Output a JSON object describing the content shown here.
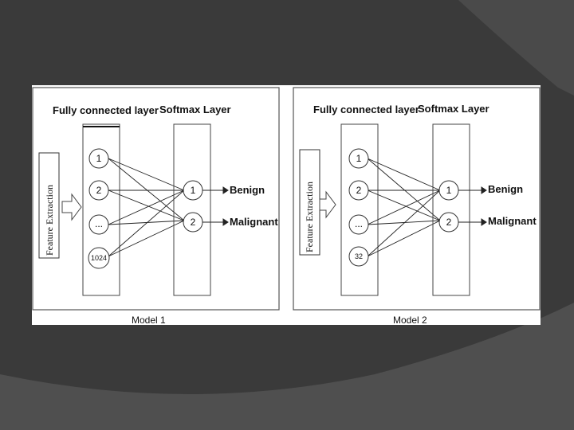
{
  "slide": {
    "background": "#3a3a3a",
    "accent_curve": "#4f4f4f"
  },
  "figure": {
    "models": [
      {
        "label": "Model 1",
        "feature_extraction": "Feature Extraction",
        "fc_layer_title": "Fully connected layer",
        "softmax_title": "Softmax Layer",
        "fc_nodes": [
          "1",
          "2",
          "...",
          "1024"
        ],
        "softmax_nodes": [
          "1",
          "2"
        ],
        "outputs": [
          "Benign",
          "Malignant"
        ]
      },
      {
        "label": "Model 2",
        "feature_extraction": "Feature Extraction",
        "fc_layer_title": "Fully connected layer",
        "softmax_title": "Softmax Layer",
        "fc_nodes": [
          "1",
          "2",
          "...",
          "32"
        ],
        "softmax_nodes": [
          "1",
          "2"
        ],
        "outputs": [
          "Benign",
          "Malignant"
        ]
      }
    ]
  }
}
